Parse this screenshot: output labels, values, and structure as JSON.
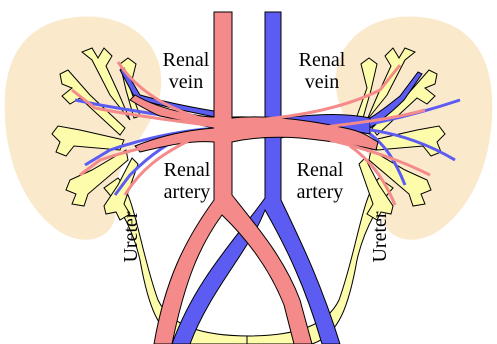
{
  "colors": {
    "kidney": "#fbe9cc",
    "calyx": "#fdfcab",
    "artery": "#f58a8a",
    "vein": "#5c5cf3",
    "outline": "#000000"
  },
  "labels": {
    "renal_vein_left": [
      "Renal",
      "vein"
    ],
    "renal_vein_right": [
      "Renal",
      "vein"
    ],
    "renal_artery_left": [
      "Renal",
      "artery"
    ],
    "renal_artery_right": [
      "Renal",
      "artery"
    ],
    "ureter_left": "Ureter",
    "ureter_right": "Ureter"
  }
}
